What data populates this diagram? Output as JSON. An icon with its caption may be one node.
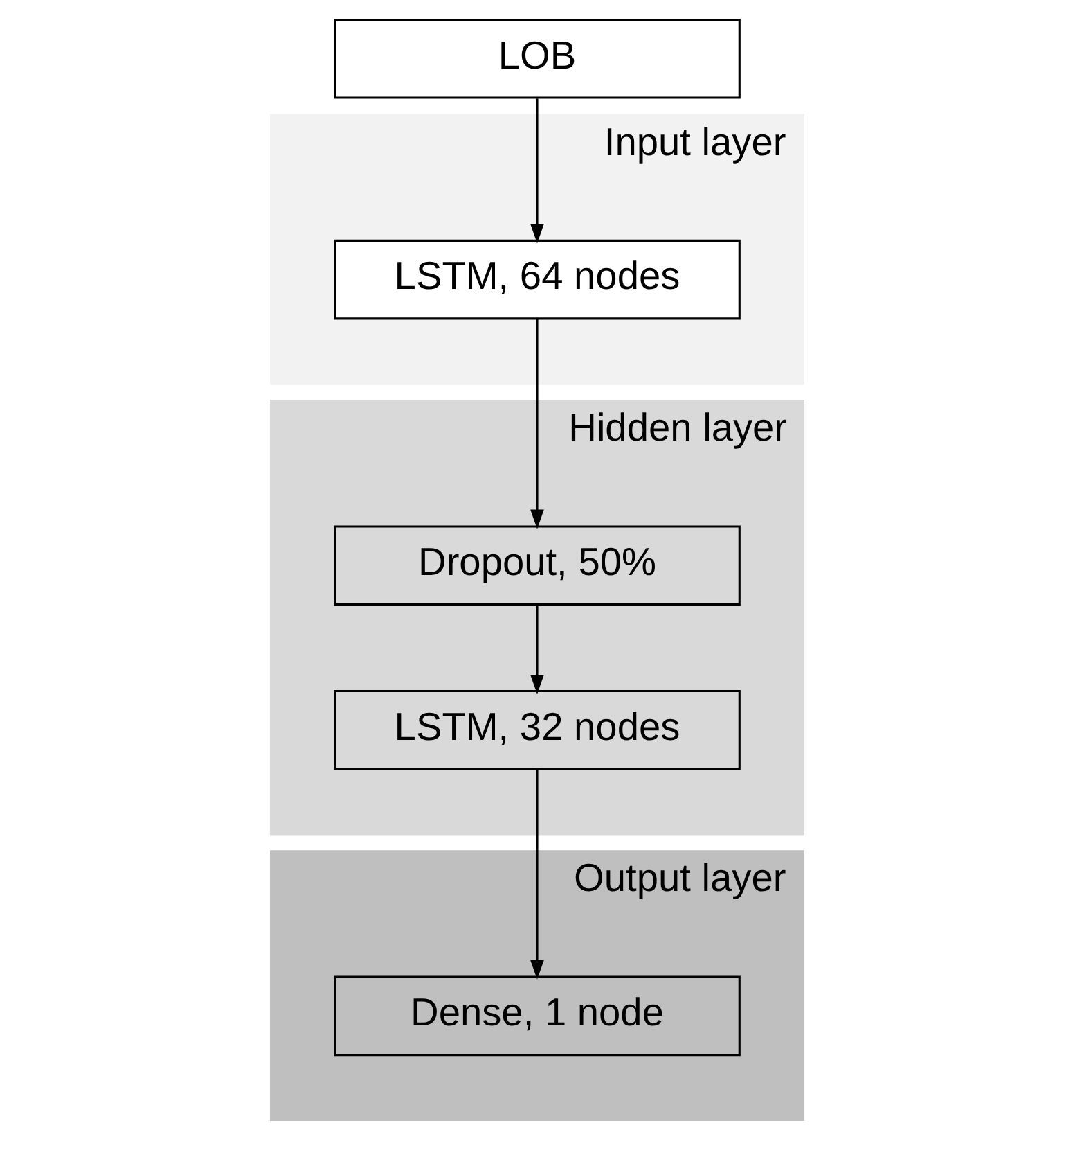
{
  "diagram": {
    "nodes": [
      {
        "text": [
          "LOB"
        ]
      },
      {
        "text": [
          "Input layer"
        ]
      },
      {
        "text": [
          "LSTM, 64 nodes"
        ],
        "in": 1
      },
      {
        "text": [
          "Hidden layer"
        ]
      },
      {
        "text": [
          "Dropout, 50%"
        ],
        "in": 3
      },
      {
        "text": [
          "LSTM, 32 nodes"
        ],
        "in": 3
      },
      {
        "text": [
          "Output layer"
        ]
      },
      {
        "text": [
          "Dense, 1 node"
        ],
        "in": 6
      }
    ],
    "edges": [
      {
        "from": 0,
        "to": 2,
        "arrow": "to"
      },
      {
        "from": 2,
        "to": 4,
        "arrow": "to"
      },
      {
        "from": 4,
        "to": 5,
        "arrow": "to"
      },
      {
        "from": 5,
        "to": 7,
        "arrow": "to"
      }
    ]
  }
}
